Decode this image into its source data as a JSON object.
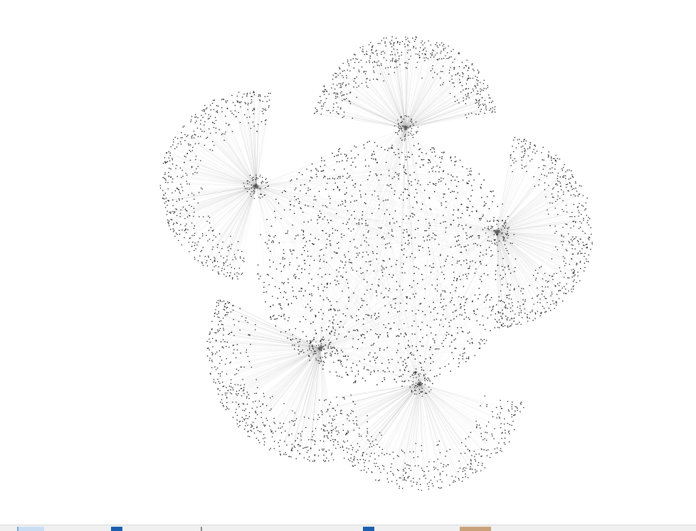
{
  "graph": {
    "description_hidden": false,
    "hubs": [
      {
        "id": "hub-top",
        "spread": 1.0,
        "node_count": 900
      },
      {
        "id": "hub-left",
        "spread": 1.0,
        "node_count": 900
      },
      {
        "id": "hub-right",
        "spread": 1.0,
        "node_count": 900
      },
      {
        "id": "hub-bottom-left",
        "spread": 1.0,
        "node_count": 800
      },
      {
        "id": "hub-bottom",
        "spread": 1.0,
        "node_count": 800
      }
    ],
    "interior_node_count": 1600,
    "node_color": "#1a1a1a",
    "edge_color": "#9a9a9a",
    "background": "#ffffff"
  },
  "taskbar": {
    "visible": true,
    "background": "#f0f0f0",
    "icons": [
      "window-icon",
      "app-icon-blue",
      "separator-icon",
      "app-icon-blue-2",
      "folder-icon"
    ]
  }
}
